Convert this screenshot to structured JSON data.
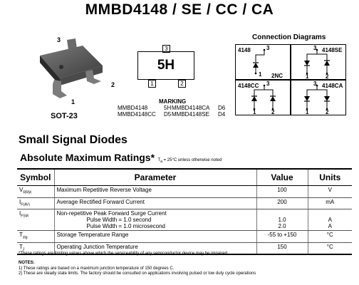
{
  "title": "MMBD4148 / SE / CC / CA",
  "package": {
    "name": "SOT-23",
    "pins": [
      "1",
      "2",
      "3"
    ]
  },
  "marking": {
    "box_text": "5H",
    "pins": [
      "3",
      "1",
      "2"
    ],
    "heading": "MARKING",
    "rows": [
      {
        "part1": "MMBD4148",
        "code1": "5H",
        "part2": "MMBD4148CA",
        "code2": "D6"
      },
      {
        "part1": "MMBD4148CC",
        "code1": "D5",
        "part2": "MMBD4148SE",
        "code2": "D4"
      }
    ]
  },
  "connection": {
    "title": "Connection Diagrams",
    "cells": [
      {
        "label": "4148",
        "pins": [
          "3",
          "1",
          "2NC"
        ]
      },
      {
        "label": "4148SE",
        "pins": [
          "3",
          "1",
          "2"
        ]
      },
      {
        "label": "4148CC",
        "pins": [
          "3",
          "1",
          "2"
        ]
      },
      {
        "label": "4148CA",
        "pins": [
          "3",
          "1",
          "2"
        ]
      }
    ]
  },
  "section_title": "Small Signal Diodes",
  "ratings": {
    "heading": "Absolute Maximum Ratings*",
    "condition_prefix": "T",
    "condition_sub": "a",
    "condition_rest": " = 25°C unless otherwise noted",
    "columns": [
      "Symbol",
      "Parameter",
      "Value",
      "Units"
    ],
    "rows": [
      {
        "sym": "V",
        "sub": "RRM",
        "param": "Maximum Repetitive Reverse Voltage",
        "value": "100",
        "unit": "V"
      },
      {
        "sym": "I",
        "sub": "F(AV)",
        "param": "Average Rectified Forward Current",
        "value": "200",
        "unit": "mA"
      },
      {
        "sym": "I",
        "sub": "FSM",
        "param": "Non-repetitive Peak Forward Surge Current",
        "param2": "Pulse Width = 1.0 second",
        "param3": "Pulse Width = 1.0 microsecond",
        "value2": "1.0",
        "value3": "2.0",
        "unit2": "A",
        "unit3": "A"
      },
      {
        "sym": "T",
        "sub": "stg",
        "param": "Storage Temperature Range",
        "value": "-55 to +150",
        "unit": "°C"
      },
      {
        "sym": "T",
        "sub": "J",
        "param": "Operating Junction Temperature",
        "value": "150",
        "unit": "°C"
      }
    ]
  },
  "footnote": "*These ratings are limiting values above which the serviceability of any semiconductor device may be impaired.",
  "notes": {
    "heading": "NOTES:",
    "items": [
      "1) These ratings are based on a maximum junction temperature of 150 degrees C.",
      "2) These are steady state limits. The factory should be consulted on applications involving pulsed or low duty cycle operations"
    ]
  }
}
